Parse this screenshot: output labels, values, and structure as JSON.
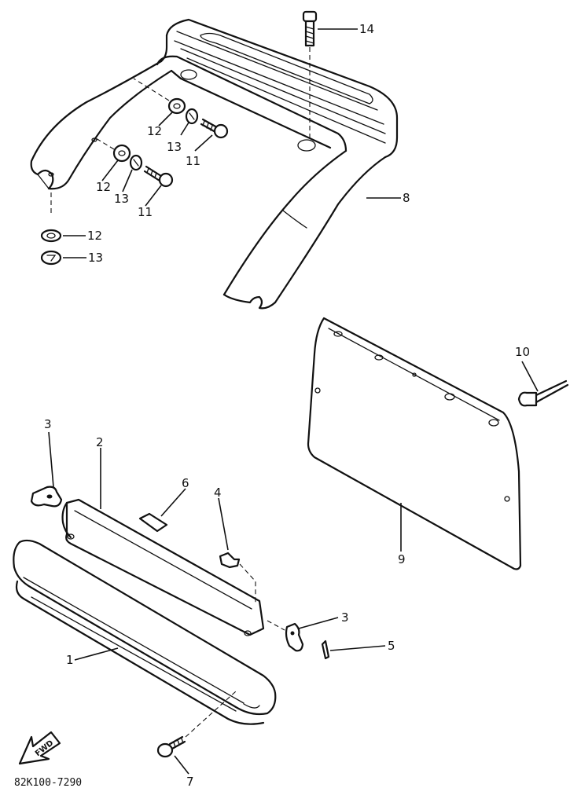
{
  "diagram": {
    "part_code": "82K100-7290",
    "fwd_arrow_text": "FWD",
    "callouts": {
      "c1": "1",
      "c2": "2",
      "c3a": "3",
      "c3b": "3",
      "c4": "4",
      "c5": "5",
      "c6": "6",
      "c7": "7",
      "c8": "8",
      "c9": "9",
      "c10": "10",
      "c11a": "11",
      "c11b": "11",
      "c12a": "12",
      "c12b": "12",
      "c12c": "12",
      "c13a": "13",
      "c13b": "13",
      "c13c": "13",
      "c14": "14"
    }
  }
}
